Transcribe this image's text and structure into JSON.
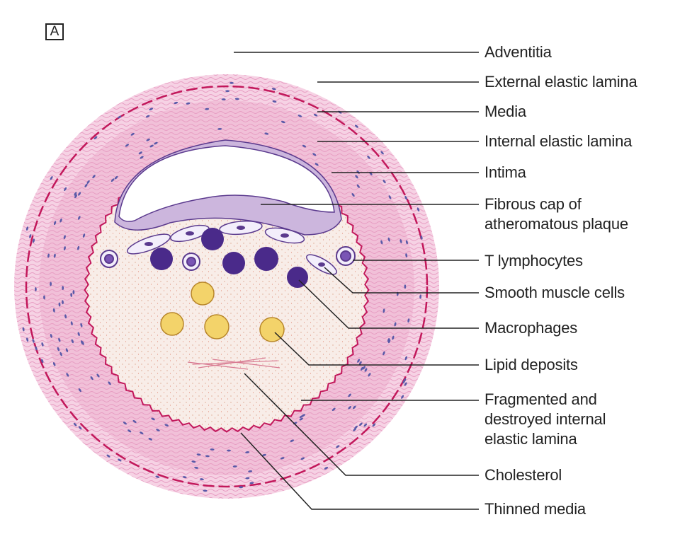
{
  "panel_letter": "A",
  "colors": {
    "adventitia": "#f4c9df",
    "media": "#efb9d4",
    "lamina": "#c2185b",
    "lumen_intima": "#f7ece6",
    "cell_nucleus": "#4a2a8a",
    "lipid": "#f3d36a",
    "fibrous_cap": "#c9b3da"
  },
  "labels": [
    {
      "id": "adventitia",
      "text": "Adventitia"
    },
    {
      "id": "external-elastic-lamina",
      "text": "External elastic lamina"
    },
    {
      "id": "media",
      "text": "Media"
    },
    {
      "id": "internal-elastic-lamina",
      "text": "Internal elastic lamina"
    },
    {
      "id": "intima",
      "text": "Intima"
    },
    {
      "id": "fibrous-cap",
      "text": "Fibrous cap of\natheromatous plaque"
    },
    {
      "id": "t-lymphocytes",
      "text": "T lymphocytes"
    },
    {
      "id": "smooth-muscle-cells",
      "text": "Smooth muscle cells"
    },
    {
      "id": "macrophages",
      "text": "Macrophages"
    },
    {
      "id": "lipid-deposits",
      "text": "Lipid deposits"
    },
    {
      "id": "fragmented-lamina",
      "text": "Fragmented and\ndestroyed internal\nelastic lamina"
    },
    {
      "id": "cholesterol",
      "text": "Cholesterol"
    },
    {
      "id": "thinned-media",
      "text": "Thinned media"
    }
  ]
}
